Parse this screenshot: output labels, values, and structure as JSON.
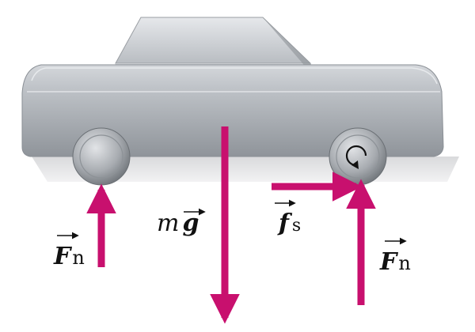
{
  "figure": {
    "arrow_color": "#C8106E",
    "car_color": "#A9ADB3",
    "labels": {
      "weight_m": "m",
      "weight_g": "g",
      "static_friction_f": "f",
      "static_friction_sub": "s",
      "normal_rear_F": "F",
      "normal_rear_sub": "n",
      "normal_front_F": "F",
      "normal_front_sub": "n"
    },
    "icons": {
      "rotation": "counterclockwise-rotation-icon",
      "overhead_arrow": "vector-arrow-icon"
    }
  }
}
